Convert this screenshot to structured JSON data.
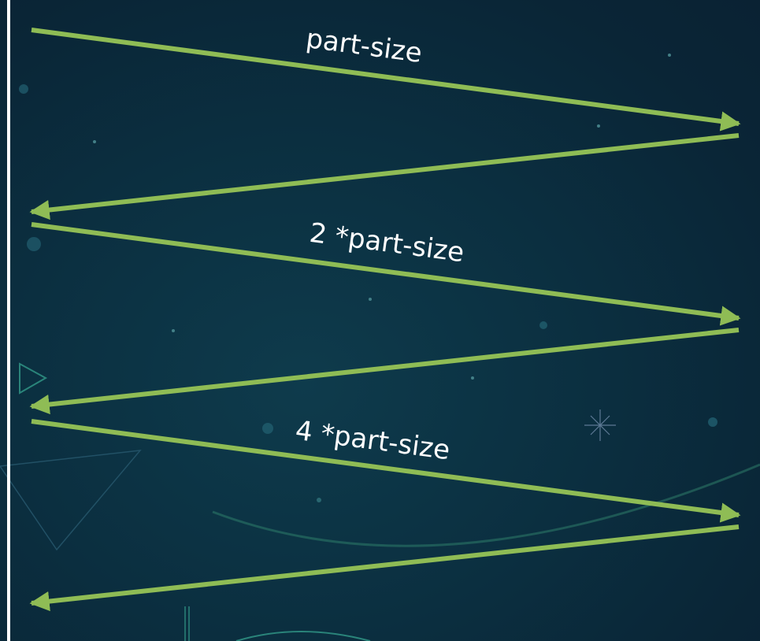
{
  "diagram": {
    "colors": {
      "arrow": "#8fbc55",
      "timeline": "#ffffff",
      "label": "#ffffff",
      "background": "#0b2f40"
    },
    "transfers": [
      {
        "label": "part-size"
      },
      {
        "label": "2 *part-size"
      },
      {
        "label": "4 *part-size"
      }
    ]
  }
}
